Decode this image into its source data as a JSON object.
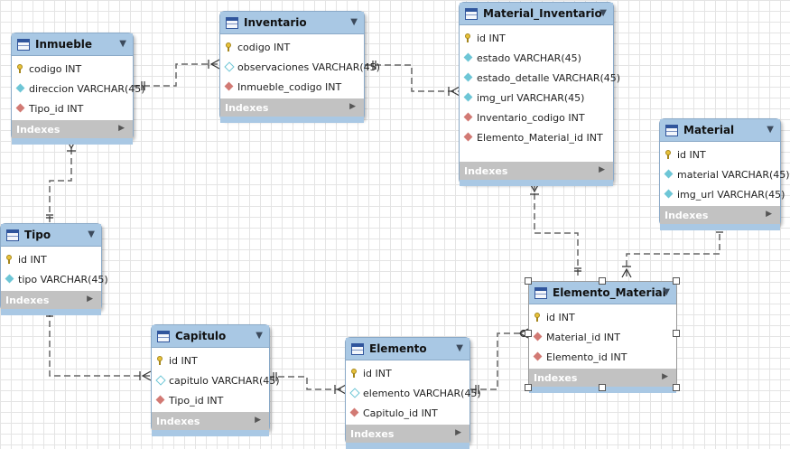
{
  "colors": {
    "header": "#a9c8e4",
    "border": "#8aa9c7",
    "indexes_bar": "#c2c2c2",
    "primary_key": "#e8c23a",
    "foreign_key": "#d27a74",
    "attribute": "#6ec6d6",
    "connector": "#666666"
  },
  "icons": {
    "table": "table-grid-icon",
    "collapse": "triangle-down-icon",
    "expand": "triangle-right-icon",
    "primary_key": "key-icon",
    "foreign_key": "red-diamond-icon",
    "attribute": "cyan-diamond-icon"
  },
  "indexes_label": "Indexes",
  "tables": {
    "inmueble": {
      "name": "Inmueble",
      "columns": [
        {
          "text": "codigo INT",
          "kind": "pk"
        },
        {
          "text": "direccion VARCHAR(45)",
          "kind": "at"
        },
        {
          "text": "Tipo_id INT",
          "kind": "fk"
        }
      ]
    },
    "inventario": {
      "name": "Inventario",
      "columns": [
        {
          "text": "codigo INT",
          "kind": "pk"
        },
        {
          "text": "observaciones VARCHAR(45)",
          "kind": "atn"
        },
        {
          "text": "Inmueble_codigo INT",
          "kind": "fk"
        }
      ]
    },
    "material_inventario": {
      "name": "Material_Inventario",
      "columns": [
        {
          "text": "id INT",
          "kind": "pk"
        },
        {
          "text": "estado VARCHAR(45)",
          "kind": "at"
        },
        {
          "text": "estado_detalle VARCHAR(45)",
          "kind": "at"
        },
        {
          "text": "img_url VARCHAR(45)",
          "kind": "at"
        },
        {
          "text": "Inventario_codigo INT",
          "kind": "fk"
        },
        {
          "text": "Elemento_Material_id INT",
          "kind": "fk"
        }
      ]
    },
    "material": {
      "name": "Material",
      "columns": [
        {
          "text": "id INT",
          "kind": "pk"
        },
        {
          "text": "material VARCHAR(45)",
          "kind": "at"
        },
        {
          "text": "img_url VARCHAR(45)",
          "kind": "at"
        }
      ]
    },
    "tipo": {
      "name": "Tipo",
      "columns": [
        {
          "text": "id INT",
          "kind": "pk"
        },
        {
          "text": "tipo VARCHAR(45)",
          "kind": "at"
        }
      ]
    },
    "capitulo": {
      "name": "Capitulo",
      "columns": [
        {
          "text": "id INT",
          "kind": "pk"
        },
        {
          "text": "capitulo VARCHAR(45)",
          "kind": "atn"
        },
        {
          "text": "Tipo_id INT",
          "kind": "fk"
        }
      ]
    },
    "elemento": {
      "name": "Elemento",
      "columns": [
        {
          "text": "id INT",
          "kind": "pk"
        },
        {
          "text": "elemento VARCHAR(45)",
          "kind": "atn"
        },
        {
          "text": "Capitulo_id INT",
          "kind": "fk"
        }
      ]
    },
    "elemento_material": {
      "name": "Elemento_Material",
      "columns": [
        {
          "text": "id INT",
          "kind": "pk"
        },
        {
          "text": "Material_id INT",
          "kind": "fk"
        },
        {
          "text": "Elemento_id INT",
          "kind": "fk"
        }
      ]
    }
  }
}
